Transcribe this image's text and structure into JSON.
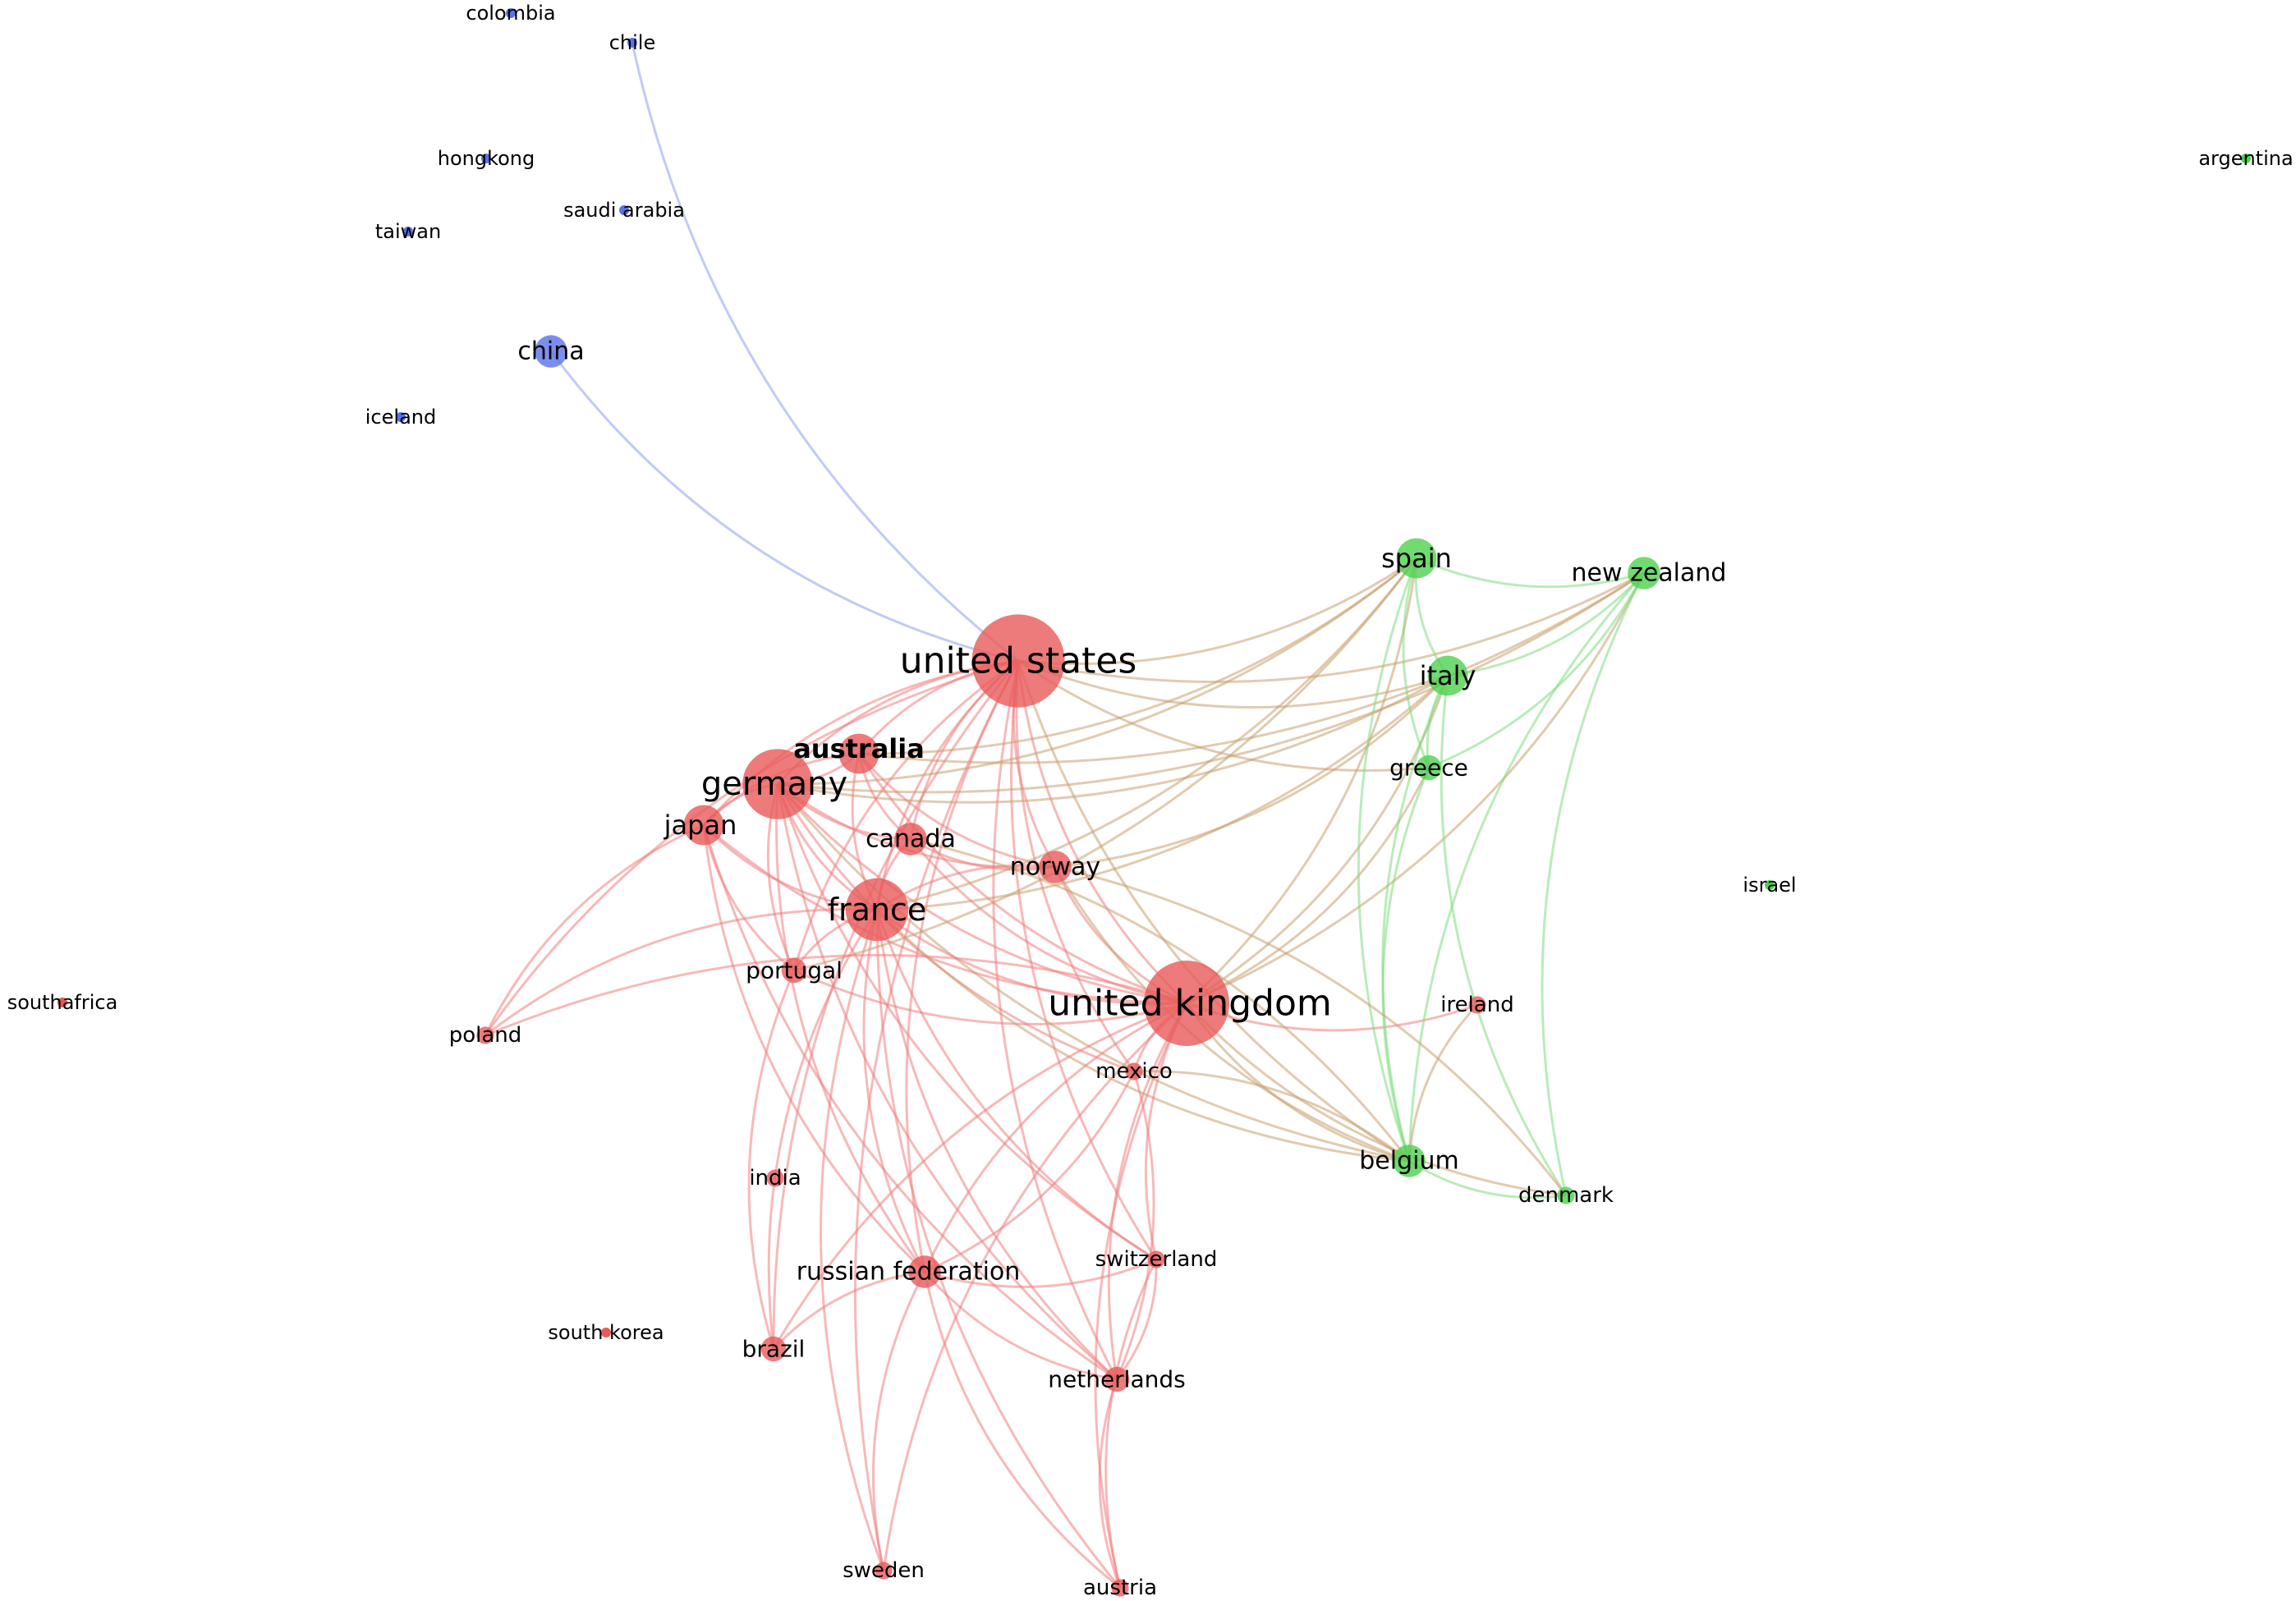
{
  "colors": {
    "cluster_red": "#e85a5a",
    "cluster_green": "#4fd14f",
    "cluster_blue": "#5b72e8",
    "edge_red": "#f08080",
    "edge_green": "#7fdc7f",
    "edge_blue": "#8f9ff0",
    "edge_mixed": "#c9a070"
  },
  "network": {
    "nodes": [
      {
        "id": "colombia",
        "label": "colombia",
        "cluster": "blue",
        "weight": 1
      },
      {
        "id": "chile",
        "label": "chile",
        "cluster": "blue",
        "weight": 1
      },
      {
        "id": "hongkong",
        "label": "hongkong",
        "cluster": "blue",
        "weight": 1
      },
      {
        "id": "saudiarabia",
        "label": "saudi arabia",
        "cluster": "blue",
        "weight": 1
      },
      {
        "id": "taiwan",
        "label": "taiwan",
        "cluster": "blue",
        "weight": 1
      },
      {
        "id": "china",
        "label": "china",
        "cluster": "blue",
        "weight": 4
      },
      {
        "id": "iceland",
        "label": "iceland",
        "cluster": "blue",
        "weight": 1
      },
      {
        "id": "argentina",
        "label": "argentina",
        "cluster": "green",
        "weight": 1
      },
      {
        "id": "spain",
        "label": "spain",
        "cluster": "green",
        "weight": 5
      },
      {
        "id": "newzealand",
        "label": "new zealand",
        "cluster": "green",
        "weight": 4
      },
      {
        "id": "italy",
        "label": "italy",
        "cluster": "green",
        "weight": 5
      },
      {
        "id": "greece",
        "label": "greece",
        "cluster": "green",
        "weight": 3
      },
      {
        "id": "israel",
        "label": "israel",
        "cluster": "green",
        "weight": 1
      },
      {
        "id": "belgium",
        "label": "belgium",
        "cluster": "green",
        "weight": 4
      },
      {
        "id": "denmark",
        "label": "denmark",
        "cluster": "green",
        "weight": 2
      },
      {
        "id": "unitedstates",
        "label": "united states",
        "cluster": "red",
        "weight": 12
      },
      {
        "id": "australia",
        "label": "australia",
        "cluster": "red",
        "weight": 5
      },
      {
        "id": "germany",
        "label": "germany",
        "cluster": "red",
        "weight": 9
      },
      {
        "id": "japan",
        "label": "japan",
        "cluster": "red",
        "weight": 5
      },
      {
        "id": "canada",
        "label": "canada",
        "cluster": "red",
        "weight": 4
      },
      {
        "id": "norway",
        "label": "norway",
        "cluster": "red",
        "weight": 4
      },
      {
        "id": "france",
        "label": "france",
        "cluster": "red",
        "weight": 8
      },
      {
        "id": "portugal",
        "label": "portugal",
        "cluster": "red",
        "weight": 3
      },
      {
        "id": "unitedkingdom",
        "label": "united kingdom",
        "cluster": "red",
        "weight": 11
      },
      {
        "id": "ireland",
        "label": "ireland",
        "cluster": "red",
        "weight": 2
      },
      {
        "id": "southafrica",
        "label": "southafrica",
        "cluster": "red",
        "weight": 1
      },
      {
        "id": "poland",
        "label": "poland",
        "cluster": "red",
        "weight": 2
      },
      {
        "id": "mexico",
        "label": "mexico",
        "cluster": "red",
        "weight": 2
      },
      {
        "id": "india",
        "label": "india",
        "cluster": "red",
        "weight": 2
      },
      {
        "id": "russianfederation",
        "label": "russian federation",
        "cluster": "red",
        "weight": 4
      },
      {
        "id": "switzerland",
        "label": "switzerland",
        "cluster": "red",
        "weight": 2
      },
      {
        "id": "southkorea",
        "label": "south korea",
        "cluster": "red",
        "weight": 1
      },
      {
        "id": "brazil",
        "label": "brazil",
        "cluster": "red",
        "weight": 3
      },
      {
        "id": "netherlands",
        "label": "netherlands",
        "cluster": "red",
        "weight": 3
      },
      {
        "id": "sweden",
        "label": "sweden",
        "cluster": "red",
        "weight": 2
      },
      {
        "id": "austria",
        "label": "austria",
        "cluster": "red",
        "weight": 2
      }
    ],
    "edges": [
      [
        "chile",
        "unitedstates"
      ],
      [
        "china",
        "unitedstates"
      ],
      [
        "unitedstates",
        "germany"
      ],
      [
        "unitedstates",
        "australia"
      ],
      [
        "unitedstates",
        "japan"
      ],
      [
        "unitedstates",
        "canada"
      ],
      [
        "unitedstates",
        "norway"
      ],
      [
        "unitedstates",
        "france"
      ],
      [
        "unitedstates",
        "portugal"
      ],
      [
        "unitedstates",
        "unitedkingdom"
      ],
      [
        "unitedstates",
        "mexico"
      ],
      [
        "unitedstates",
        "russianfederation"
      ],
      [
        "unitedstates",
        "switzerland"
      ],
      [
        "unitedstates",
        "netherlands"
      ],
      [
        "unitedstates",
        "brazil"
      ],
      [
        "unitedstates",
        "spain"
      ],
      [
        "unitedstates",
        "italy"
      ],
      [
        "unitedstates",
        "newzealand"
      ],
      [
        "unitedstates",
        "greece"
      ],
      [
        "unitedstates",
        "belgium"
      ],
      [
        "unitedstates",
        "poland"
      ],
      [
        "unitedstates",
        "sweden"
      ],
      [
        "germany",
        "australia"
      ],
      [
        "germany",
        "japan"
      ],
      [
        "germany",
        "canada"
      ],
      [
        "germany",
        "norway"
      ],
      [
        "germany",
        "france"
      ],
      [
        "germany",
        "unitedkingdom"
      ],
      [
        "germany",
        "portugal"
      ],
      [
        "germany",
        "spain"
      ],
      [
        "germany",
        "italy"
      ],
      [
        "germany",
        "russianfederation"
      ],
      [
        "germany",
        "netherlands"
      ],
      [
        "germany",
        "newzealand"
      ],
      [
        "germany",
        "belgium"
      ],
      [
        "germany",
        "switzerland"
      ],
      [
        "germany",
        "mexico"
      ],
      [
        "australia",
        "unitedkingdom"
      ],
      [
        "australia",
        "france"
      ],
      [
        "australia",
        "canada"
      ],
      [
        "australia",
        "norway"
      ],
      [
        "australia",
        "newzealand"
      ],
      [
        "australia",
        "spain"
      ],
      [
        "australia",
        "japan"
      ],
      [
        "japan",
        "france"
      ],
      [
        "japan",
        "unitedkingdom"
      ],
      [
        "japan",
        "poland"
      ],
      [
        "japan",
        "portugal"
      ],
      [
        "japan",
        "russianfederation"
      ],
      [
        "japan",
        "netherlands"
      ],
      [
        "canada",
        "unitedkingdom"
      ],
      [
        "canada",
        "france"
      ],
      [
        "canada",
        "norway"
      ],
      [
        "norway",
        "unitedkingdom"
      ],
      [
        "norway",
        "france"
      ],
      [
        "norway",
        "italy"
      ],
      [
        "norway",
        "belgium"
      ],
      [
        "france",
        "unitedkingdom"
      ],
      [
        "france",
        "portugal"
      ],
      [
        "france",
        "russianfederation"
      ],
      [
        "france",
        "brazil"
      ],
      [
        "france",
        "switzerland"
      ],
      [
        "france",
        "netherlands"
      ],
      [
        "france",
        "belgium"
      ],
      [
        "france",
        "italy"
      ],
      [
        "france",
        "spain"
      ],
      [
        "france",
        "sweden"
      ],
      [
        "france",
        "austria"
      ],
      [
        "france",
        "poland"
      ],
      [
        "portugal",
        "unitedkingdom"
      ],
      [
        "portugal",
        "brazil"
      ],
      [
        "portugal",
        "spain"
      ],
      [
        "unitedkingdom",
        "spain"
      ],
      [
        "unitedkingdom",
        "italy"
      ],
      [
        "unitedkingdom",
        "newzealand"
      ],
      [
        "unitedkingdom",
        "greece"
      ],
      [
        "unitedkingdom",
        "belgium"
      ],
      [
        "unitedkingdom",
        "ireland"
      ],
      [
        "unitedkingdom",
        "mexico"
      ],
      [
        "unitedkingdom",
        "russianfederation"
      ],
      [
        "unitedkingdom",
        "switzerland"
      ],
      [
        "unitedkingdom",
        "netherlands"
      ],
      [
        "unitedkingdom",
        "brazil"
      ],
      [
        "unitedkingdom",
        "denmark"
      ],
      [
        "unitedkingdom",
        "poland"
      ],
      [
        "unitedkingdom",
        "sweden"
      ],
      [
        "unitedkingdom",
        "austria"
      ],
      [
        "russianfederation",
        "netherlands"
      ],
      [
        "russianfederation",
        "switzerland"
      ],
      [
        "russianfederation",
        "sweden"
      ],
      [
        "russianfederation",
        "austria"
      ],
      [
        "russianfederation",
        "brazil"
      ],
      [
        "russianfederation",
        "mexico"
      ],
      [
        "netherlands",
        "switzerland"
      ],
      [
        "netherlands",
        "austria"
      ],
      [
        "netherlands",
        "mexico"
      ],
      [
        "spain",
        "italy"
      ],
      [
        "spain",
        "newzealand"
      ],
      [
        "spain",
        "greece"
      ],
      [
        "spain",
        "belgium"
      ],
      [
        "italy",
        "newzealand"
      ],
      [
        "italy",
        "greece"
      ],
      [
        "italy",
        "belgium"
      ],
      [
        "italy",
        "denmark"
      ],
      [
        "greece",
        "belgium"
      ],
      [
        "greece",
        "newzealand"
      ],
      [
        "newzealand",
        "belgium"
      ],
      [
        "newzealand",
        "denmark"
      ],
      [
        "belgium",
        "denmark"
      ],
      [
        "belgium",
        "mexico"
      ],
      [
        "belgium",
        "canada"
      ],
      [
        "ireland",
        "belgium"
      ],
      [
        "denmark",
        "norway"
      ],
      [
        "switzerland",
        "austria"
      ]
    ]
  }
}
